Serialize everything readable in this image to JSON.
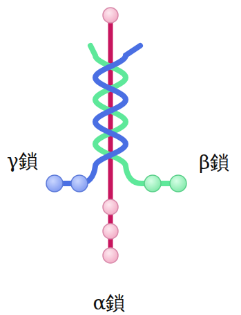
{
  "diagram": {
    "labels": [
      "γ鎖",
      "β鎖",
      "α鎖"
    ]
  }
}
